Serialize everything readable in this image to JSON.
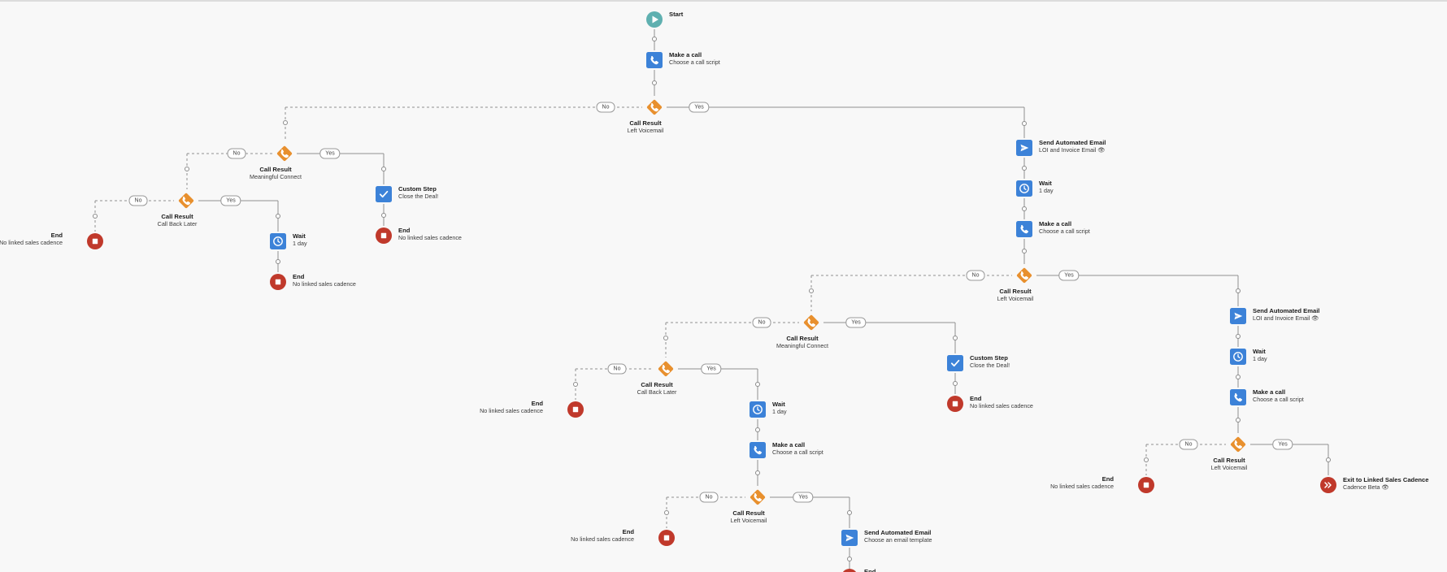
{
  "flow": {
    "nodes": [
      {
        "id": "start",
        "kind": "start",
        "icon": "play-icon",
        "title": "Start",
        "subtitle": ""
      },
      {
        "id": "call1",
        "kind": "action",
        "icon": "phone-icon",
        "title": "Make a call",
        "subtitle": "Choose a call script"
      },
      {
        "id": "cr1",
        "kind": "decision",
        "icon": "phone-icon",
        "title": "Call Result",
        "subtitle": "Left Voicemail"
      },
      {
        "id": "crA",
        "kind": "decision",
        "icon": "phone-icon",
        "title": "Call Result",
        "subtitle": "Meaningful Connect"
      },
      {
        "id": "crB",
        "kind": "decision",
        "icon": "phone-icon",
        "title": "Call Result",
        "subtitle": "Call Back Later"
      },
      {
        "id": "endB1",
        "kind": "end",
        "icon": "stop-icon",
        "title": "End",
        "subtitle": "No linked sales cadence"
      },
      {
        "id": "waitB",
        "kind": "action",
        "icon": "clock-icon",
        "title": "Wait",
        "subtitle": "1 day"
      },
      {
        "id": "endB2",
        "kind": "end",
        "icon": "stop-icon",
        "title": "End",
        "subtitle": "No linked sales cadence"
      },
      {
        "id": "customA",
        "kind": "action",
        "icon": "checkmark-icon",
        "title": "Custom Step",
        "subtitle": "Close the Deal!"
      },
      {
        "id": "endA",
        "kind": "end",
        "icon": "stop-icon",
        "title": "End",
        "subtitle": "No linked sales cadence"
      },
      {
        "id": "email1",
        "kind": "action",
        "icon": "send-icon",
        "title": "Send Automated Email",
        "subtitle": "LOI and Invoice Email 👁"
      },
      {
        "id": "wait1",
        "kind": "action",
        "icon": "clock-icon",
        "title": "Wait",
        "subtitle": "1 day"
      },
      {
        "id": "call2",
        "kind": "action",
        "icon": "phone-icon",
        "title": "Make a call",
        "subtitle": "Choose a call script"
      },
      {
        "id": "cr2",
        "kind": "decision",
        "icon": "phone-icon",
        "title": "Call Result",
        "subtitle": "Left Voicemail"
      },
      {
        "id": "crC",
        "kind": "decision",
        "icon": "phone-icon",
        "title": "Call Result",
        "subtitle": "Meaningful Connect"
      },
      {
        "id": "crD",
        "kind": "decision",
        "icon": "phone-icon",
        "title": "Call Result",
        "subtitle": "Call Back Later"
      },
      {
        "id": "endD",
        "kind": "end",
        "icon": "stop-icon",
        "title": "End",
        "subtitle": "No linked sales cadence"
      },
      {
        "id": "waitD",
        "kind": "action",
        "icon": "clock-icon",
        "title": "Wait",
        "subtitle": "1 day"
      },
      {
        "id": "callD",
        "kind": "action",
        "icon": "phone-icon",
        "title": "Make a call",
        "subtitle": "Choose a call script"
      },
      {
        "id": "crE",
        "kind": "decision",
        "icon": "phone-icon",
        "title": "Call Result",
        "subtitle": "Left Voicemail"
      },
      {
        "id": "endE",
        "kind": "end",
        "icon": "stop-icon",
        "title": "End",
        "subtitle": "No linked sales cadence"
      },
      {
        "id": "emailE",
        "kind": "action",
        "icon": "send-icon",
        "title": "Send Automated Email",
        "subtitle": "Choose an email template"
      },
      {
        "id": "endE2",
        "kind": "end",
        "icon": "stop-icon",
        "title": "End",
        "subtitle": ""
      },
      {
        "id": "customC",
        "kind": "action",
        "icon": "checkmark-icon",
        "title": "Custom Step",
        "subtitle": "Close the Deal!"
      },
      {
        "id": "endC",
        "kind": "end",
        "icon": "stop-icon",
        "title": "End",
        "subtitle": "No linked sales cadence"
      },
      {
        "id": "email2",
        "kind": "action",
        "icon": "send-icon",
        "title": "Send Automated Email",
        "subtitle": "LOI and Invoice Email 👁"
      },
      {
        "id": "wait2",
        "kind": "action",
        "icon": "clock-icon",
        "title": "Wait",
        "subtitle": "1 day"
      },
      {
        "id": "call3",
        "kind": "action",
        "icon": "phone-icon",
        "title": "Make a call",
        "subtitle": "Choose a call script"
      },
      {
        "id": "cr3",
        "kind": "decision",
        "icon": "phone-icon",
        "title": "Call Result",
        "subtitle": "Left Voicemail"
      },
      {
        "id": "endF",
        "kind": "end",
        "icon": "stop-icon",
        "title": "End",
        "subtitle": "No linked sales cadence"
      },
      {
        "id": "exitF",
        "kind": "exit",
        "icon": "exit-icon",
        "title": "Exit to Linked Sales Cadence",
        "subtitle": "Cadence Beta 👁"
      }
    ],
    "branch_labels": [
      {
        "id": "cr1-no",
        "text": "No"
      },
      {
        "id": "cr1-yes",
        "text": "Yes"
      },
      {
        "id": "crA-no",
        "text": "No"
      },
      {
        "id": "crA-yes",
        "text": "Yes"
      },
      {
        "id": "crB-no",
        "text": "No"
      },
      {
        "id": "crB-yes",
        "text": "Yes"
      },
      {
        "id": "cr2-no",
        "text": "No"
      },
      {
        "id": "cr2-yes",
        "text": "Yes"
      },
      {
        "id": "crC-no",
        "text": "No"
      },
      {
        "id": "crC-yes",
        "text": "Yes"
      },
      {
        "id": "crD-no",
        "text": "No"
      },
      {
        "id": "crD-yes",
        "text": "Yes"
      },
      {
        "id": "crE-no",
        "text": "No"
      },
      {
        "id": "crE-yes",
        "text": "Yes"
      },
      {
        "id": "cr3-no",
        "text": "No"
      },
      {
        "id": "cr3-yes",
        "text": "Yes"
      }
    ],
    "colors": {
      "start": "#5fb0b0",
      "action": "#3c82d8",
      "decision": "#e8902e",
      "end": "#c0392b",
      "exit": "#c0392b",
      "line": "#8f8f8f"
    }
  }
}
